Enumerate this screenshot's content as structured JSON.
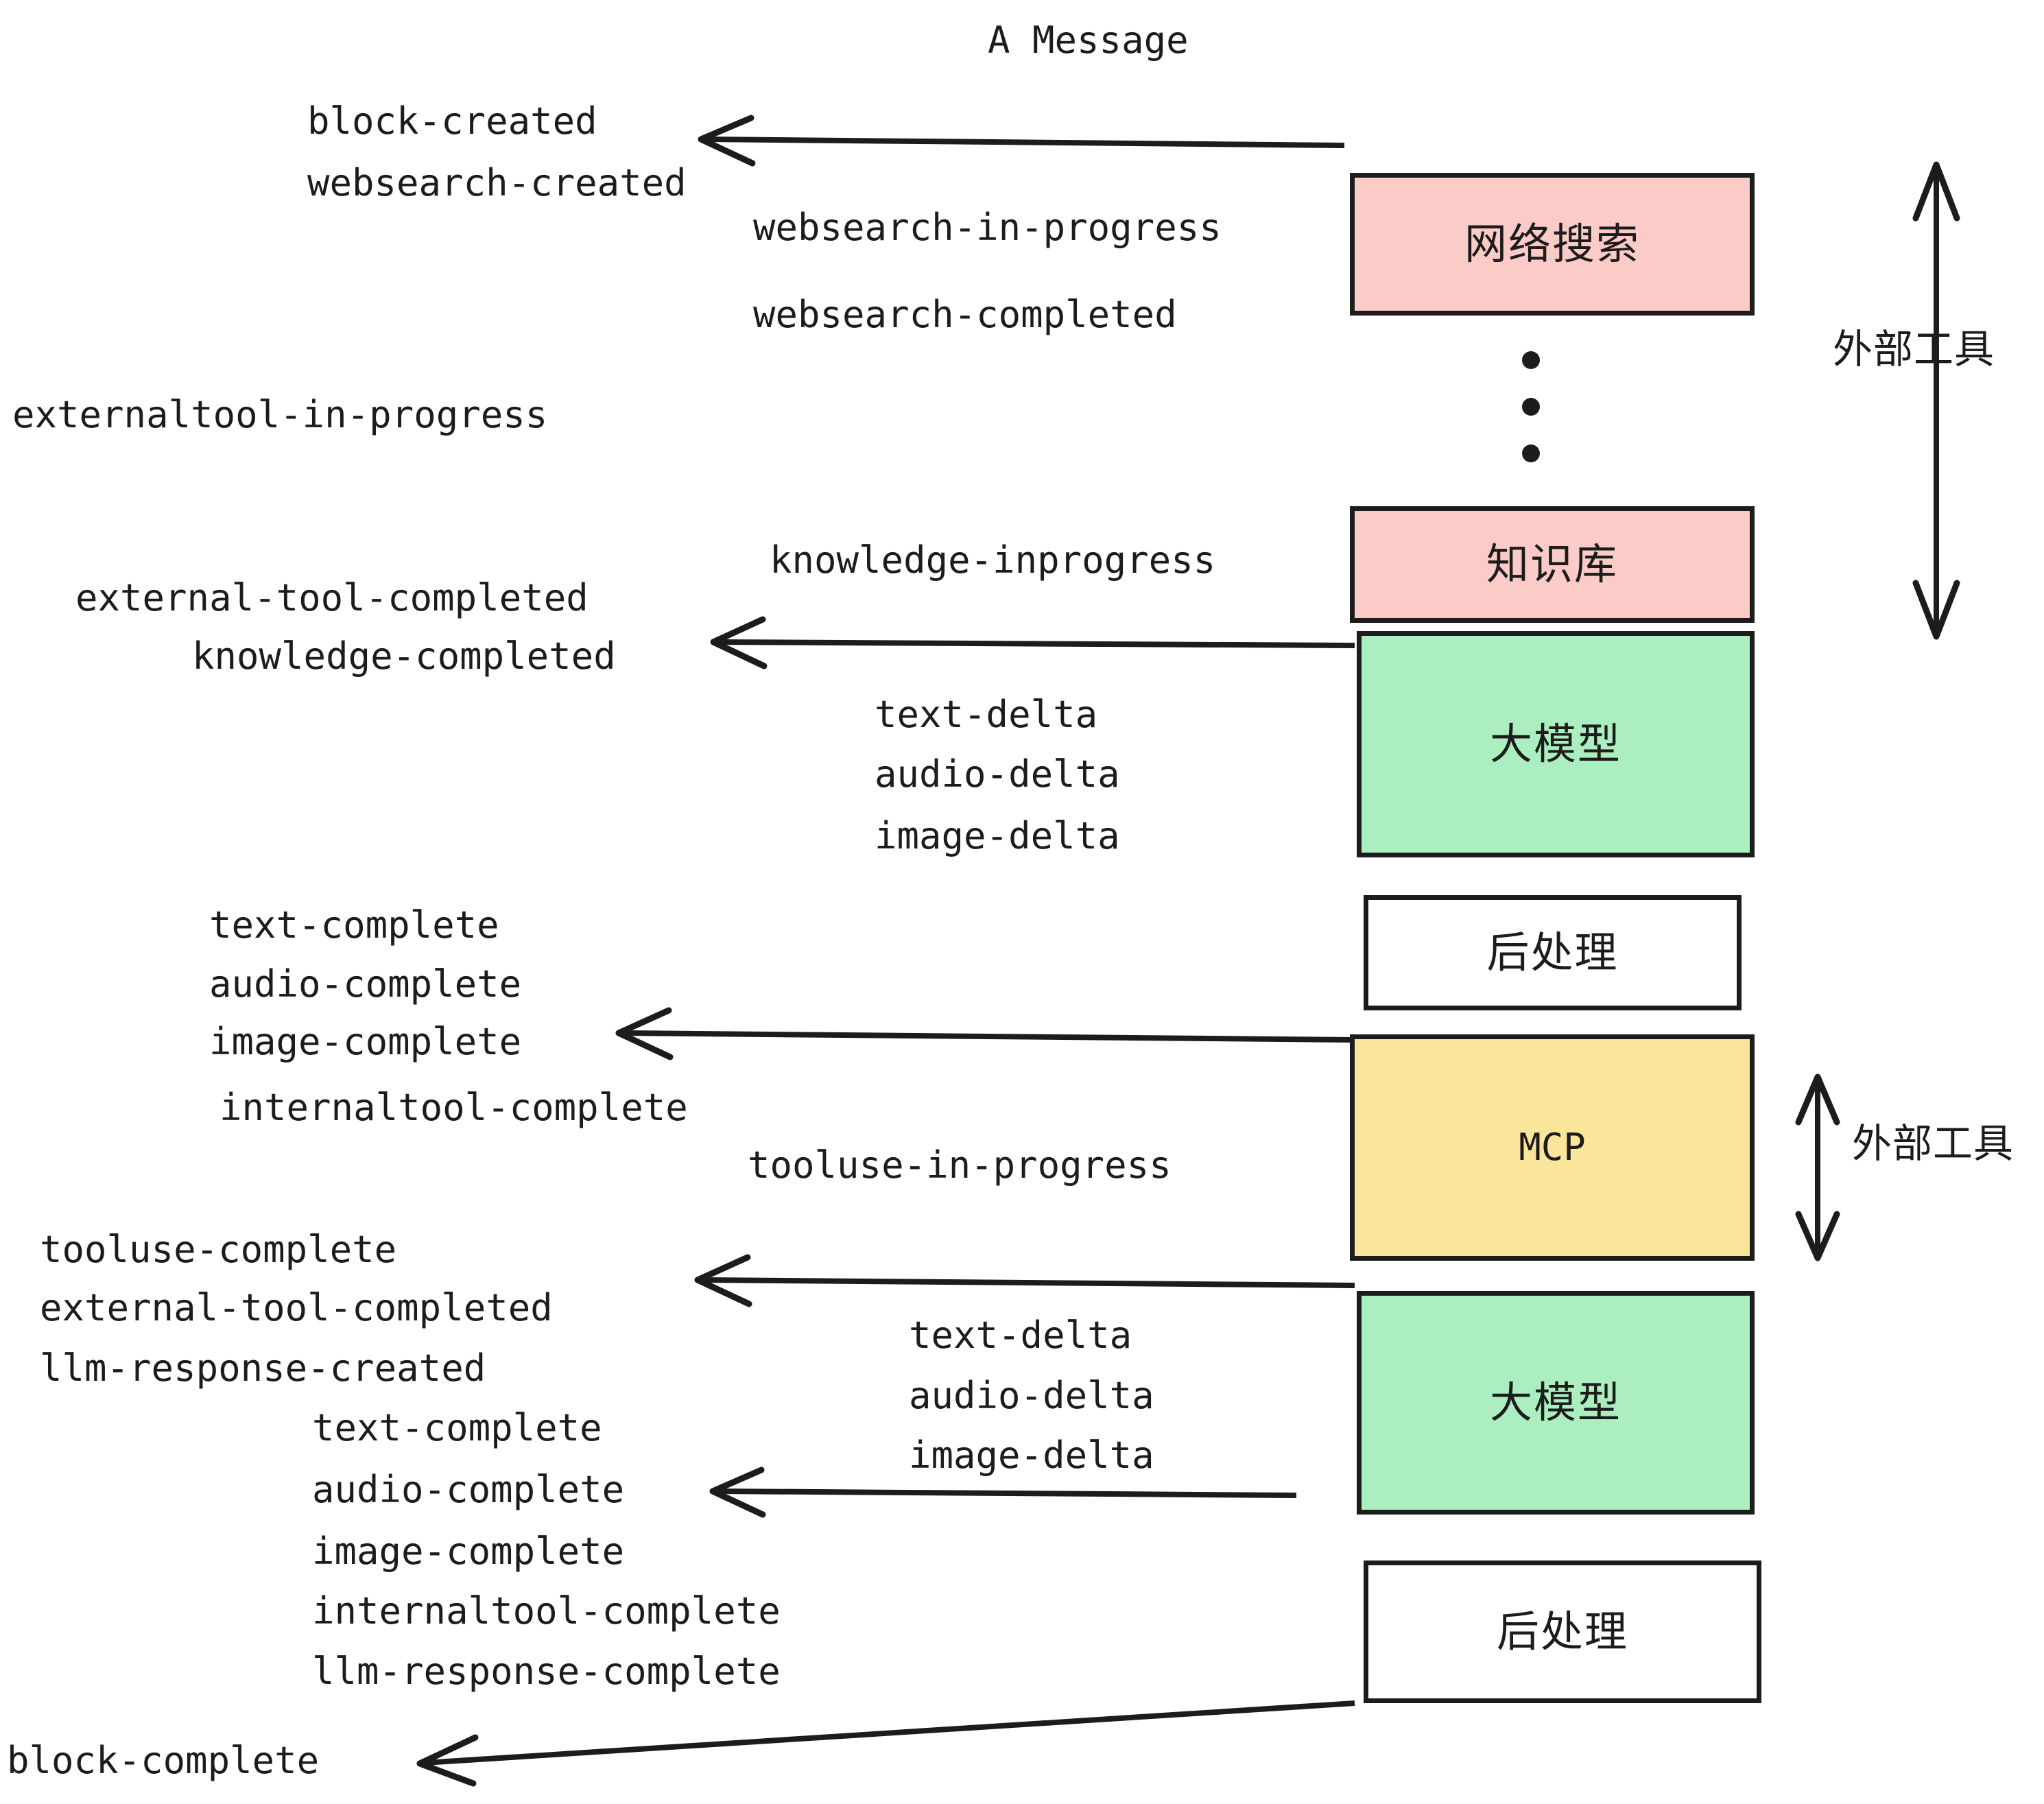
{
  "diagram": {
    "title": "A Message",
    "colors": {
      "pink": "#FBCBC8",
      "green": "#ABEFC0",
      "yellow": "#FAE69A",
      "white": "#FFFFFF",
      "stroke": "#1C1C1C",
      "background": "#FFFFFF"
    },
    "boxes": [
      {
        "id": "websearch",
        "label": "网络搜索",
        "fill": "pink"
      },
      {
        "id": "knowledge",
        "label": "知识库",
        "fill": "pink"
      },
      {
        "id": "llm-1",
        "label": "大模型",
        "fill": "green"
      },
      {
        "id": "postprocess-1",
        "label": "后处理",
        "fill": "white"
      },
      {
        "id": "mcp",
        "label": "MCP",
        "fill": "yellow"
      },
      {
        "id": "llm-2",
        "label": "大模型",
        "fill": "green"
      },
      {
        "id": "postprocess-2",
        "label": "后处理",
        "fill": "white"
      }
    ],
    "side_labels": [
      {
        "id": "external-tools-top",
        "label": "外部工具"
      },
      {
        "id": "external-tools-bottom",
        "label": "外部工具"
      }
    ],
    "events": [
      {
        "id": "block-created",
        "label": "block-created"
      },
      {
        "id": "websearch-created",
        "label": "websearch-created"
      },
      {
        "id": "websearch-in-progress",
        "label": "websearch-in-progress"
      },
      {
        "id": "websearch-completed",
        "label": "websearch-completed"
      },
      {
        "id": "externaltool-in-progress",
        "label": "externaltool-in-progress"
      },
      {
        "id": "knowledge-inprogress",
        "label": "knowledge-inprogress"
      },
      {
        "id": "external-tool-completed-1",
        "label": "external-tool-completed"
      },
      {
        "id": "knowledge-completed",
        "label": "knowledge-completed"
      },
      {
        "id": "text-delta-1",
        "label": "text-delta"
      },
      {
        "id": "audio-delta-1",
        "label": "audio-delta"
      },
      {
        "id": "image-delta-1",
        "label": "image-delta"
      },
      {
        "id": "text-complete-1",
        "label": "text-complete"
      },
      {
        "id": "audio-complete-1",
        "label": "audio-complete"
      },
      {
        "id": "image-complete-1",
        "label": "image-complete"
      },
      {
        "id": "internaltool-complete-1",
        "label": "internaltool-complete"
      },
      {
        "id": "tooluse-in-progress",
        "label": "tooluse-in-progress"
      },
      {
        "id": "tooluse-complete",
        "label": "tooluse-complete"
      },
      {
        "id": "external-tool-completed-2",
        "label": "external-tool-completed"
      },
      {
        "id": "llm-response-created",
        "label": "llm-response-created"
      },
      {
        "id": "text-delta-2",
        "label": "text-delta"
      },
      {
        "id": "audio-delta-2",
        "label": "audio-delta"
      },
      {
        "id": "image-delta-2",
        "label": "image-delta"
      },
      {
        "id": "text-complete-2",
        "label": "text-complete"
      },
      {
        "id": "audio-complete-2",
        "label": "audio-complete"
      },
      {
        "id": "image-complete-2",
        "label": "image-complete"
      },
      {
        "id": "internaltool-complete-2",
        "label": "internaltool-complete"
      },
      {
        "id": "llm-response-complete",
        "label": "llm-response-complete"
      },
      {
        "id": "block-complete",
        "label": "block-complete"
      }
    ],
    "ellipsis_dots": 3
  }
}
